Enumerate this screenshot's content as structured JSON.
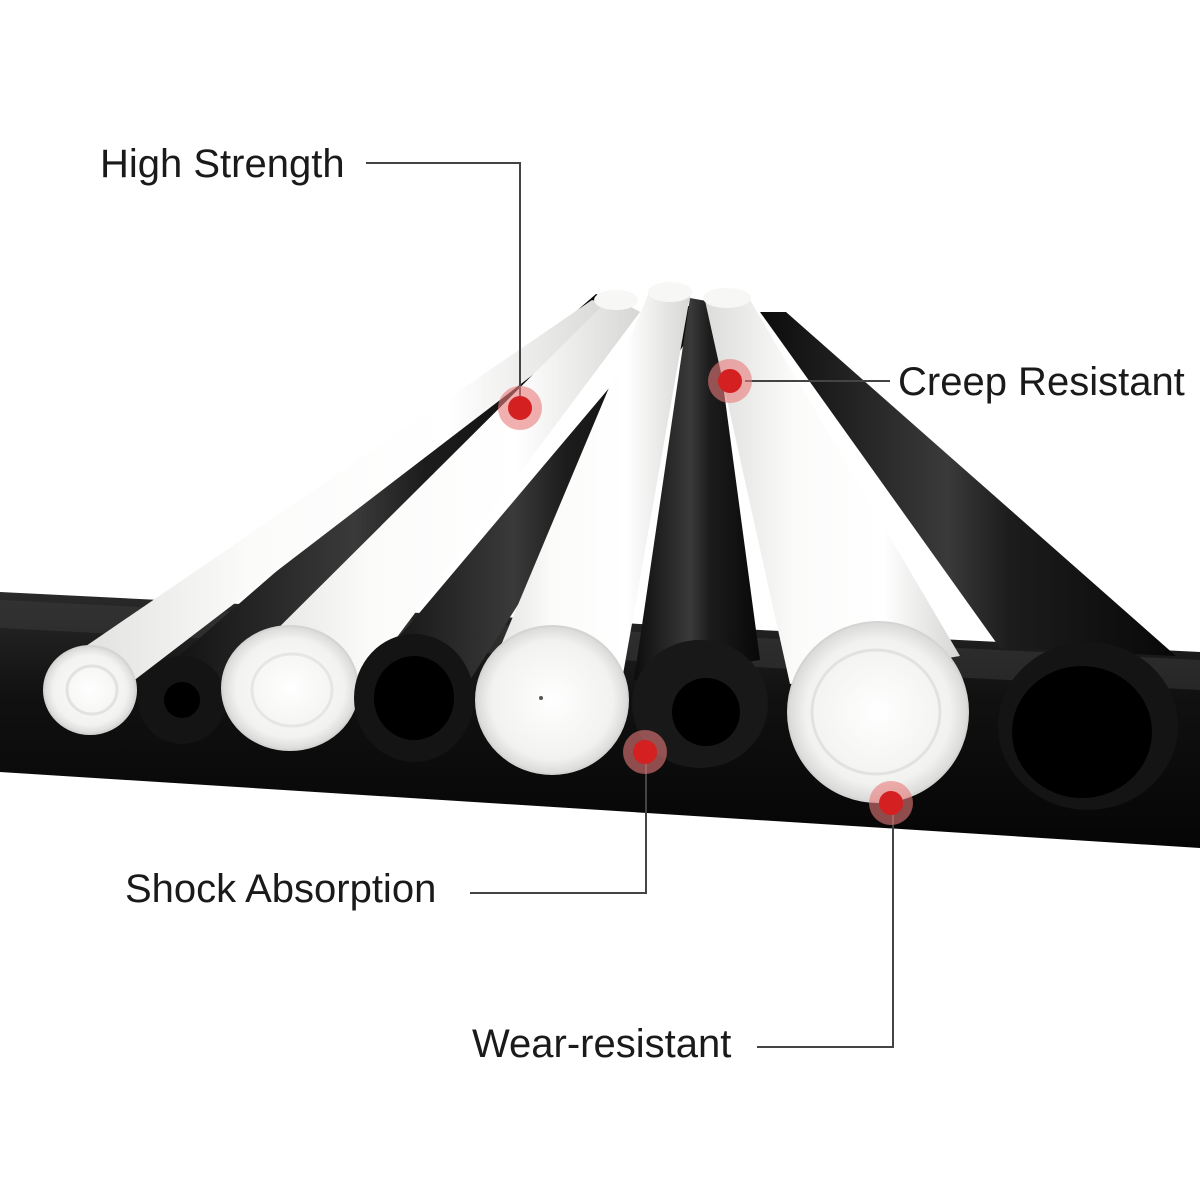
{
  "callouts": {
    "high_strength": "High Strength",
    "creep_resistant": "Creep Resistant",
    "shock_absorption": "Shock Absorption",
    "wear_resistant": "Wear-resistant"
  },
  "colors": {
    "background": "#ffffff",
    "leader_line": "#444444",
    "marker": "#d42020",
    "marker_halo": "#e87a7a",
    "white_tube": "#f4f4f2",
    "black_tube": "#151515"
  }
}
